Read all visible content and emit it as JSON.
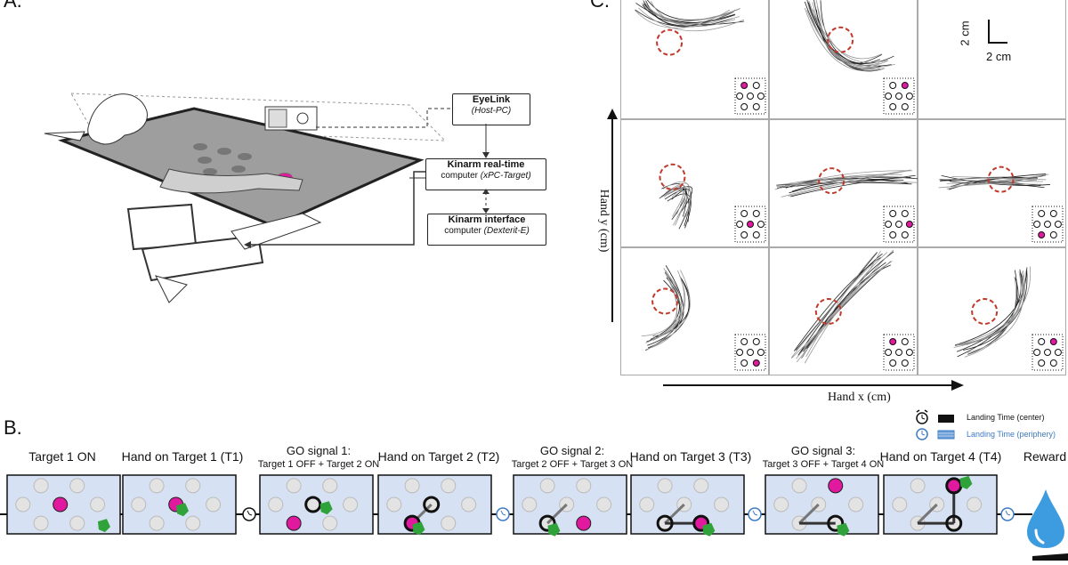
{
  "panel_a": {
    "letter": "A.",
    "eyelink": {
      "title": "EyeLink",
      "subtitle": "(Host-PC)"
    },
    "kinarm_rt": {
      "title": "Kinarm real-time",
      "subtitle_prefix": "computer ",
      "subtitle_italic": "(xPC-Target)"
    },
    "kinarm_if": {
      "title": "Kinarm interface",
      "subtitle_prefix": "computer ",
      "subtitle_italic": "(Dexterit-E)"
    }
  },
  "panel_c": {
    "letter": "C.",
    "scale_vertical": "2 cm",
    "scale_horizontal": "2 cm",
    "y_axis_label": "Hand y (cm)",
    "x_axis_label": "Hand x (cm)"
  },
  "panel_b": {
    "letter": "B.",
    "legend": {
      "center": "Landing Time (center)",
      "periphery": "Landing Time (periphery)"
    },
    "steps": [
      {
        "label": "Target 1 ON"
      },
      {
        "label": "Hand on Target 1 (T1)"
      },
      {
        "label": "GO signal 1:",
        "sub": "Target 1 OFF + Target 2 ON"
      },
      {
        "label": "Hand on Target 2 (T2)"
      },
      {
        "label": "GO signal 2:",
        "sub": "Target 2 OFF + Target 3 ON"
      },
      {
        "label": "Hand on Target 3 (T3)"
      },
      {
        "label": "GO signal 3:",
        "sub": "Target 3 OFF + Target 4 ON"
      },
      {
        "label": "Hand on Target 4 (T4)"
      }
    ],
    "reward": "Reward"
  },
  "colors": {
    "magenta": "#e0199f",
    "hand_green": "#2fa33a",
    "screen_blue": "#d6e2f3",
    "target_gray": "#e3e3e3",
    "water_blue": "#3d9be0",
    "landing_periphery": "#6c9fd8",
    "dashed_red": "#c0392b"
  }
}
